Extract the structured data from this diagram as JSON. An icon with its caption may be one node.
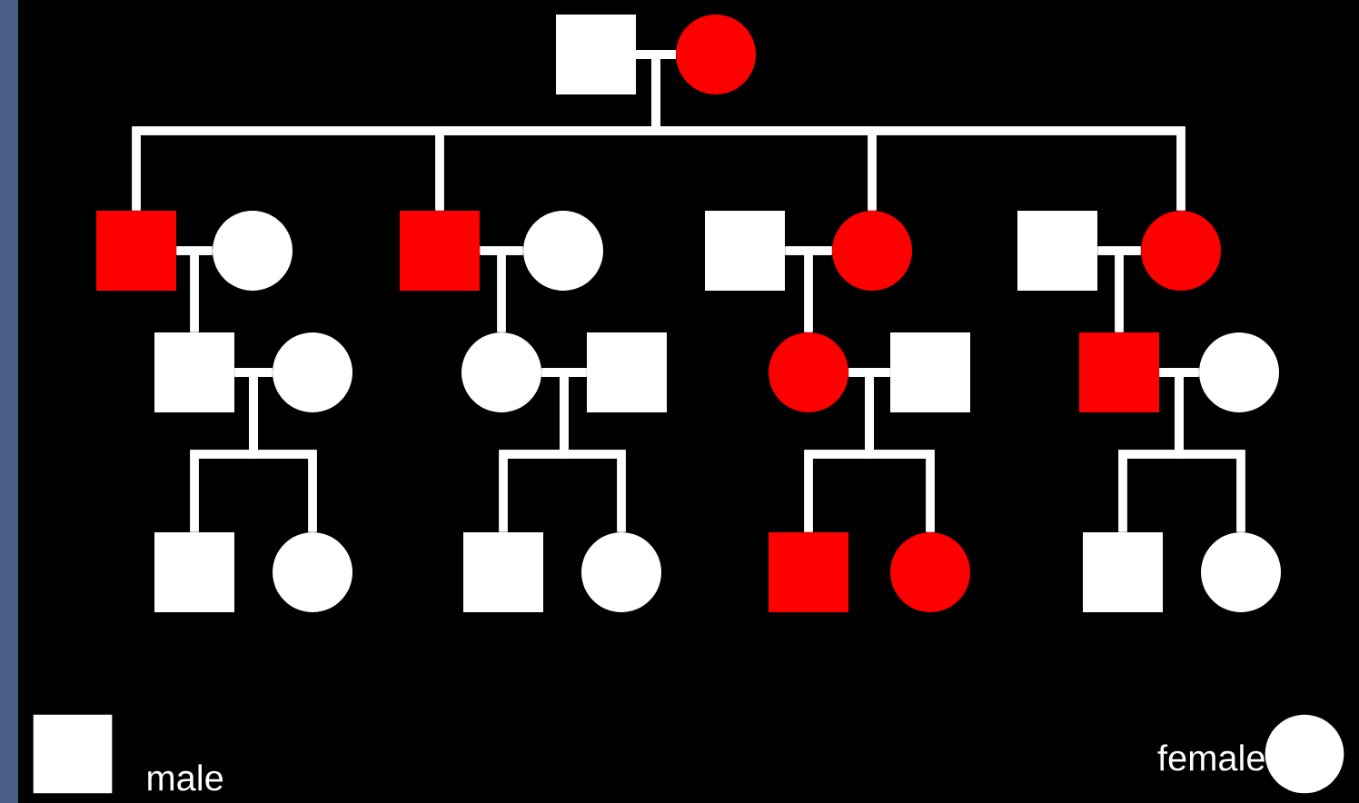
{
  "diagram": {
    "nodes": [
      {
        "text": [],
        "shape": "box"
      },
      {
        "text": [],
        "shape": "circle"
      },
      {
        "text": [],
        "shape": "box"
      },
      {
        "text": [],
        "shape": "circle"
      },
      {
        "text": [],
        "shape": "box"
      },
      {
        "text": [],
        "shape": "circle"
      },
      {
        "text": [],
        "shape": "box"
      },
      {
        "text": [],
        "shape": "circle"
      },
      {
        "text": [],
        "shape": "box"
      },
      {
        "text": [],
        "shape": "circle"
      },
      {
        "text": [],
        "shape": "box"
      },
      {
        "text": [],
        "shape": "circle"
      },
      {
        "text": [],
        "shape": "circle"
      },
      {
        "text": [],
        "shape": "box"
      },
      {
        "text": [],
        "shape": "circle"
      },
      {
        "text": [],
        "shape": "box"
      },
      {
        "text": [],
        "shape": "box"
      },
      {
        "text": [],
        "shape": "circle"
      },
      {
        "text": [],
        "shape": "box"
      },
      {
        "text": [],
        "shape": "circle"
      },
      {
        "text": [],
        "shape": "box"
      },
      {
        "text": [],
        "shape": "circle"
      },
      {
        "text": [],
        "shape": "box"
      },
      {
        "text": [],
        "shape": "circle"
      },
      {
        "text": [],
        "shape": "box"
      },
      {
        "text": [],
        "shape": "circle"
      }
    ],
    "edges": [
      {
        "from": 0,
        "to": 1,
        "arrow": "none"
      },
      {
        "from": 0,
        "to": 2,
        "arrow": "none"
      },
      {
        "from": 1,
        "to": 2,
        "arrow": "none"
      },
      {
        "from": 0,
        "to": 4,
        "arrow": "none"
      },
      {
        "from": 1,
        "to": 4,
        "arrow": "none"
      },
      {
        "from": 0,
        "to": 7,
        "arrow": "none"
      },
      {
        "from": 1,
        "to": 7,
        "arrow": "none"
      },
      {
        "from": 0,
        "to": 9,
        "arrow": "none"
      },
      {
        "from": 1,
        "to": 9,
        "arrow": "none"
      },
      {
        "from": 2,
        "to": 3,
        "arrow": "none"
      },
      {
        "from": 4,
        "to": 5,
        "arrow": "none"
      },
      {
        "from": 6,
        "to": 7,
        "arrow": "none"
      },
      {
        "from": 8,
        "to": 9,
        "arrow": "none"
      },
      {
        "from": 2,
        "to": 10,
        "arrow": "none"
      },
      {
        "from": 3,
        "to": 10,
        "arrow": "none"
      },
      {
        "from": 4,
        "to": 12,
        "arrow": "none"
      },
      {
        "from": 5,
        "to": 12,
        "arrow": "none"
      },
      {
        "from": 6,
        "to": 14,
        "arrow": "none"
      },
      {
        "from": 7,
        "to": 14,
        "arrow": "none"
      },
      {
        "from": 8,
        "to": 16,
        "arrow": "none"
      },
      {
        "from": 9,
        "to": 16,
        "arrow": "none"
      },
      {
        "from": 10,
        "to": 11,
        "arrow": "none"
      },
      {
        "from": 12,
        "to": 13,
        "arrow": "none"
      },
      {
        "from": 14,
        "to": 15,
        "arrow": "none"
      },
      {
        "from": 16,
        "to": 17,
        "arrow": "none"
      },
      {
        "from": 10,
        "to": 18,
        "arrow": "none"
      },
      {
        "from": 11,
        "to": 18,
        "arrow": "none"
      },
      {
        "from": 10,
        "to": 19,
        "arrow": "none"
      },
      {
        "from": 11,
        "to": 19,
        "arrow": "none"
      },
      {
        "from": 12,
        "to": 20,
        "arrow": "none"
      },
      {
        "from": 13,
        "to": 20,
        "arrow": "none"
      },
      {
        "from": 12,
        "to": 21,
        "arrow": "none"
      },
      {
        "from": 13,
        "to": 21,
        "arrow": "none"
      },
      {
        "from": 14,
        "to": 22,
        "arrow": "none"
      },
      {
        "from": 15,
        "to": 22,
        "arrow": "none"
      },
      {
        "from": 14,
        "to": 23,
        "arrow": "none"
      },
      {
        "from": 15,
        "to": 23,
        "arrow": "none"
      },
      {
        "from": 16,
        "to": 24,
        "arrow": "none"
      },
      {
        "from": 17,
        "to": 24,
        "arrow": "none"
      },
      {
        "from": 16,
        "to": 25,
        "arrow": "none"
      },
      {
        "from": 17,
        "to": 25,
        "arrow": "none"
      }
    ],
    "legend": [
      {
        "text": "male"
      },
      {
        "text": "female"
      }
    ]
  }
}
